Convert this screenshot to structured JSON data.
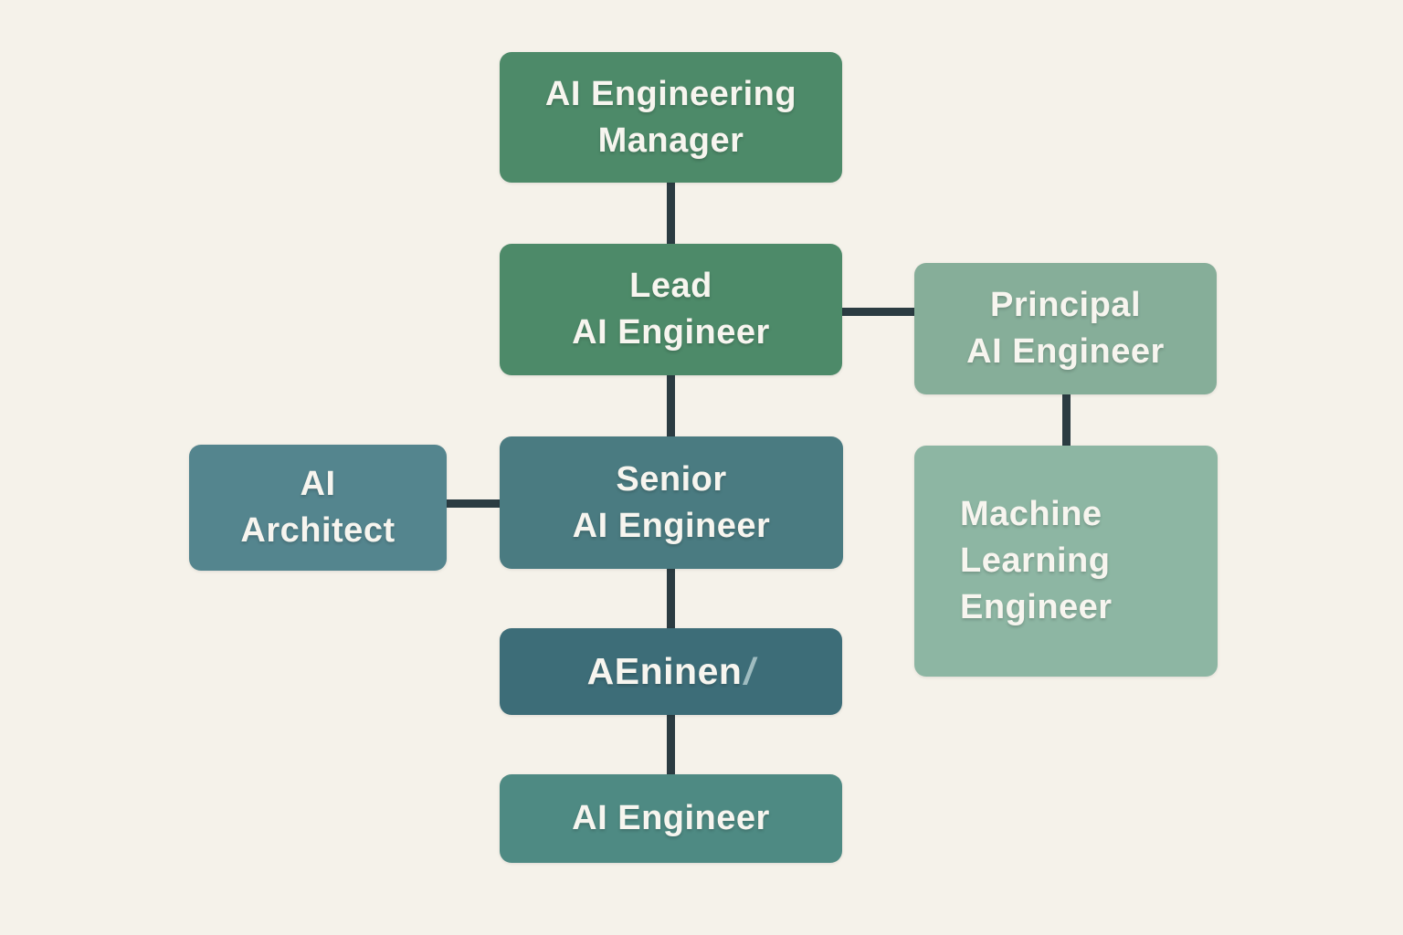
{
  "colors": {
    "background": "#f5f2ea",
    "connector": "#2b3c42",
    "text": "#f7f5ef",
    "slash": "#9fbcc0",
    "green_dark": "#4d8a69",
    "sage": "#86ae99",
    "sage_light": "#8db6a3",
    "teal": "#54858e",
    "teal_dark": "#4a7b81",
    "teal_deeper": "#3d6d78",
    "teal_green": "#4e8a83"
  },
  "nodes": {
    "manager": {
      "line1": "AI Engineering",
      "line2": "Manager",
      "color": "#4d8a69"
    },
    "lead": {
      "line1": "Lead",
      "line2": "AI Engineer",
      "color": "#4d8a69"
    },
    "principal": {
      "line1": "Principal",
      "line2": "AI Engineer",
      "color": "#86ae99"
    },
    "architect": {
      "line1": "AI",
      "line2": "Architect",
      "color": "#54858e"
    },
    "senior": {
      "line1": "Senior",
      "line2": "AI Engineer",
      "color": "#4a7b81"
    },
    "garbled": {
      "text": "AEninen",
      "slash": "/",
      "color": "#3d6d78"
    },
    "ml": {
      "line1": "Machine",
      "line2": "Learning",
      "line3": "Engineer",
      "color": "#8db6a3"
    },
    "engineer": {
      "line1": "AI Engineer",
      "color": "#4e8a83"
    }
  }
}
